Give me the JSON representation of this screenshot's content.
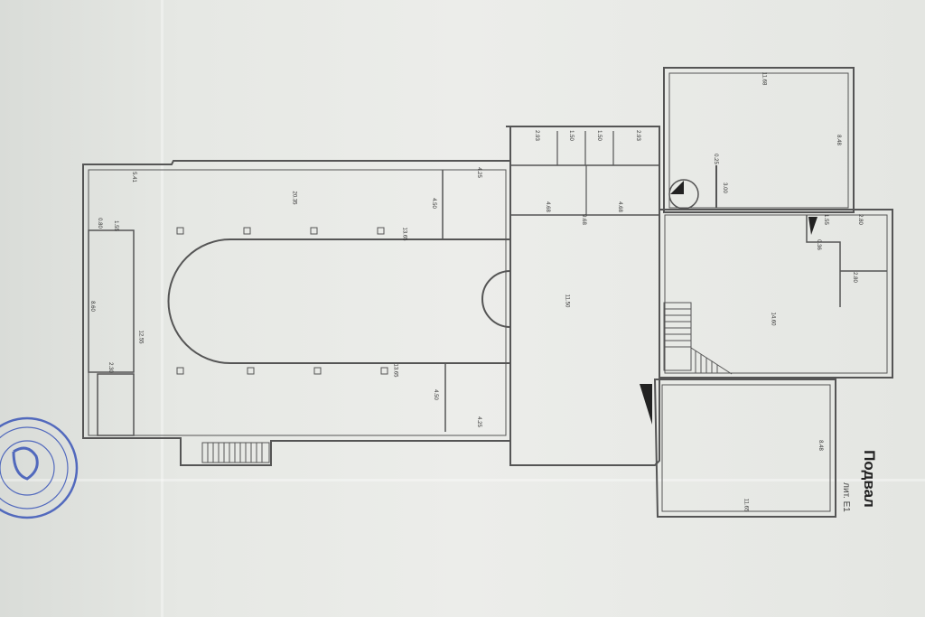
{
  "sheet": {
    "title": "Подвал",
    "subtitle": "лит. Е1",
    "stamp_color": "#3a55b8",
    "wall_color": "#555555"
  },
  "dimensions": {
    "d1": "11.68",
    "d2": "8.48",
    "d3": "0.25",
    "d4": "3.00",
    "d5": "2.93",
    "d6": "1.50",
    "d7": "1.50",
    "d8": "2.93",
    "d9": "4.68",
    "d10": "4.68",
    "d11": "9.68",
    "d12": "4.25",
    "d13": "20.35",
    "d14": "13.65",
    "d15": "5.41",
    "d16": "0.80",
    "d17": "1.55",
    "d18": "8.60",
    "d19": "12.55",
    "d20": "2.30",
    "d21": "13.65",
    "d22": "4.25",
    "d23": "11.50",
    "d24": "14.60",
    "d25": "2.80",
    "d26": "2.80",
    "d27": "1.55",
    "d28": "11.65",
    "d29": "8.48",
    "d30": "0.36",
    "d31": "4.50",
    "d32": "4.50"
  }
}
